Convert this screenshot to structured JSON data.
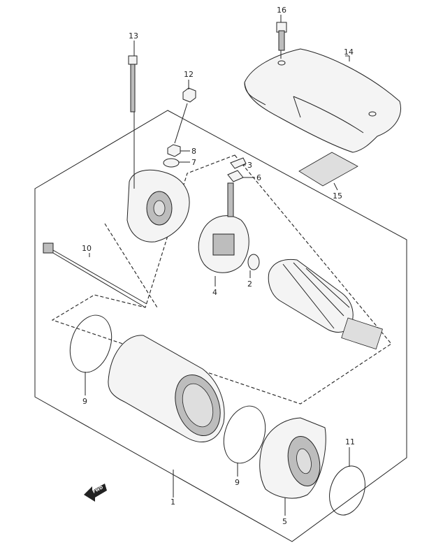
{
  "fwd_label": "FWD",
  "callouts": [
    {
      "id": "part-1-label",
      "text": "1"
    },
    {
      "id": "part-2-label",
      "text": "2"
    },
    {
      "id": "part-3-label",
      "text": "3"
    },
    {
      "id": "part-4-label",
      "text": "4"
    },
    {
      "id": "part-5-label",
      "text": "5"
    },
    {
      "id": "part-6-label",
      "text": "6"
    },
    {
      "id": "part-7-label",
      "text": "7"
    },
    {
      "id": "part-8-label",
      "text": "8"
    },
    {
      "id": "part-9-label-upper",
      "text": "9"
    },
    {
      "id": "part-9-label-lower",
      "text": "9"
    },
    {
      "id": "part-10-label",
      "text": "10"
    },
    {
      "id": "part-11-label",
      "text": "11"
    },
    {
      "id": "part-12-label",
      "text": "12"
    },
    {
      "id": "part-13-label",
      "text": "13"
    },
    {
      "id": "part-14-label",
      "text": "14"
    },
    {
      "id": "part-15-label",
      "text": "15"
    },
    {
      "id": "part-16-label",
      "text": "16"
    }
  ]
}
